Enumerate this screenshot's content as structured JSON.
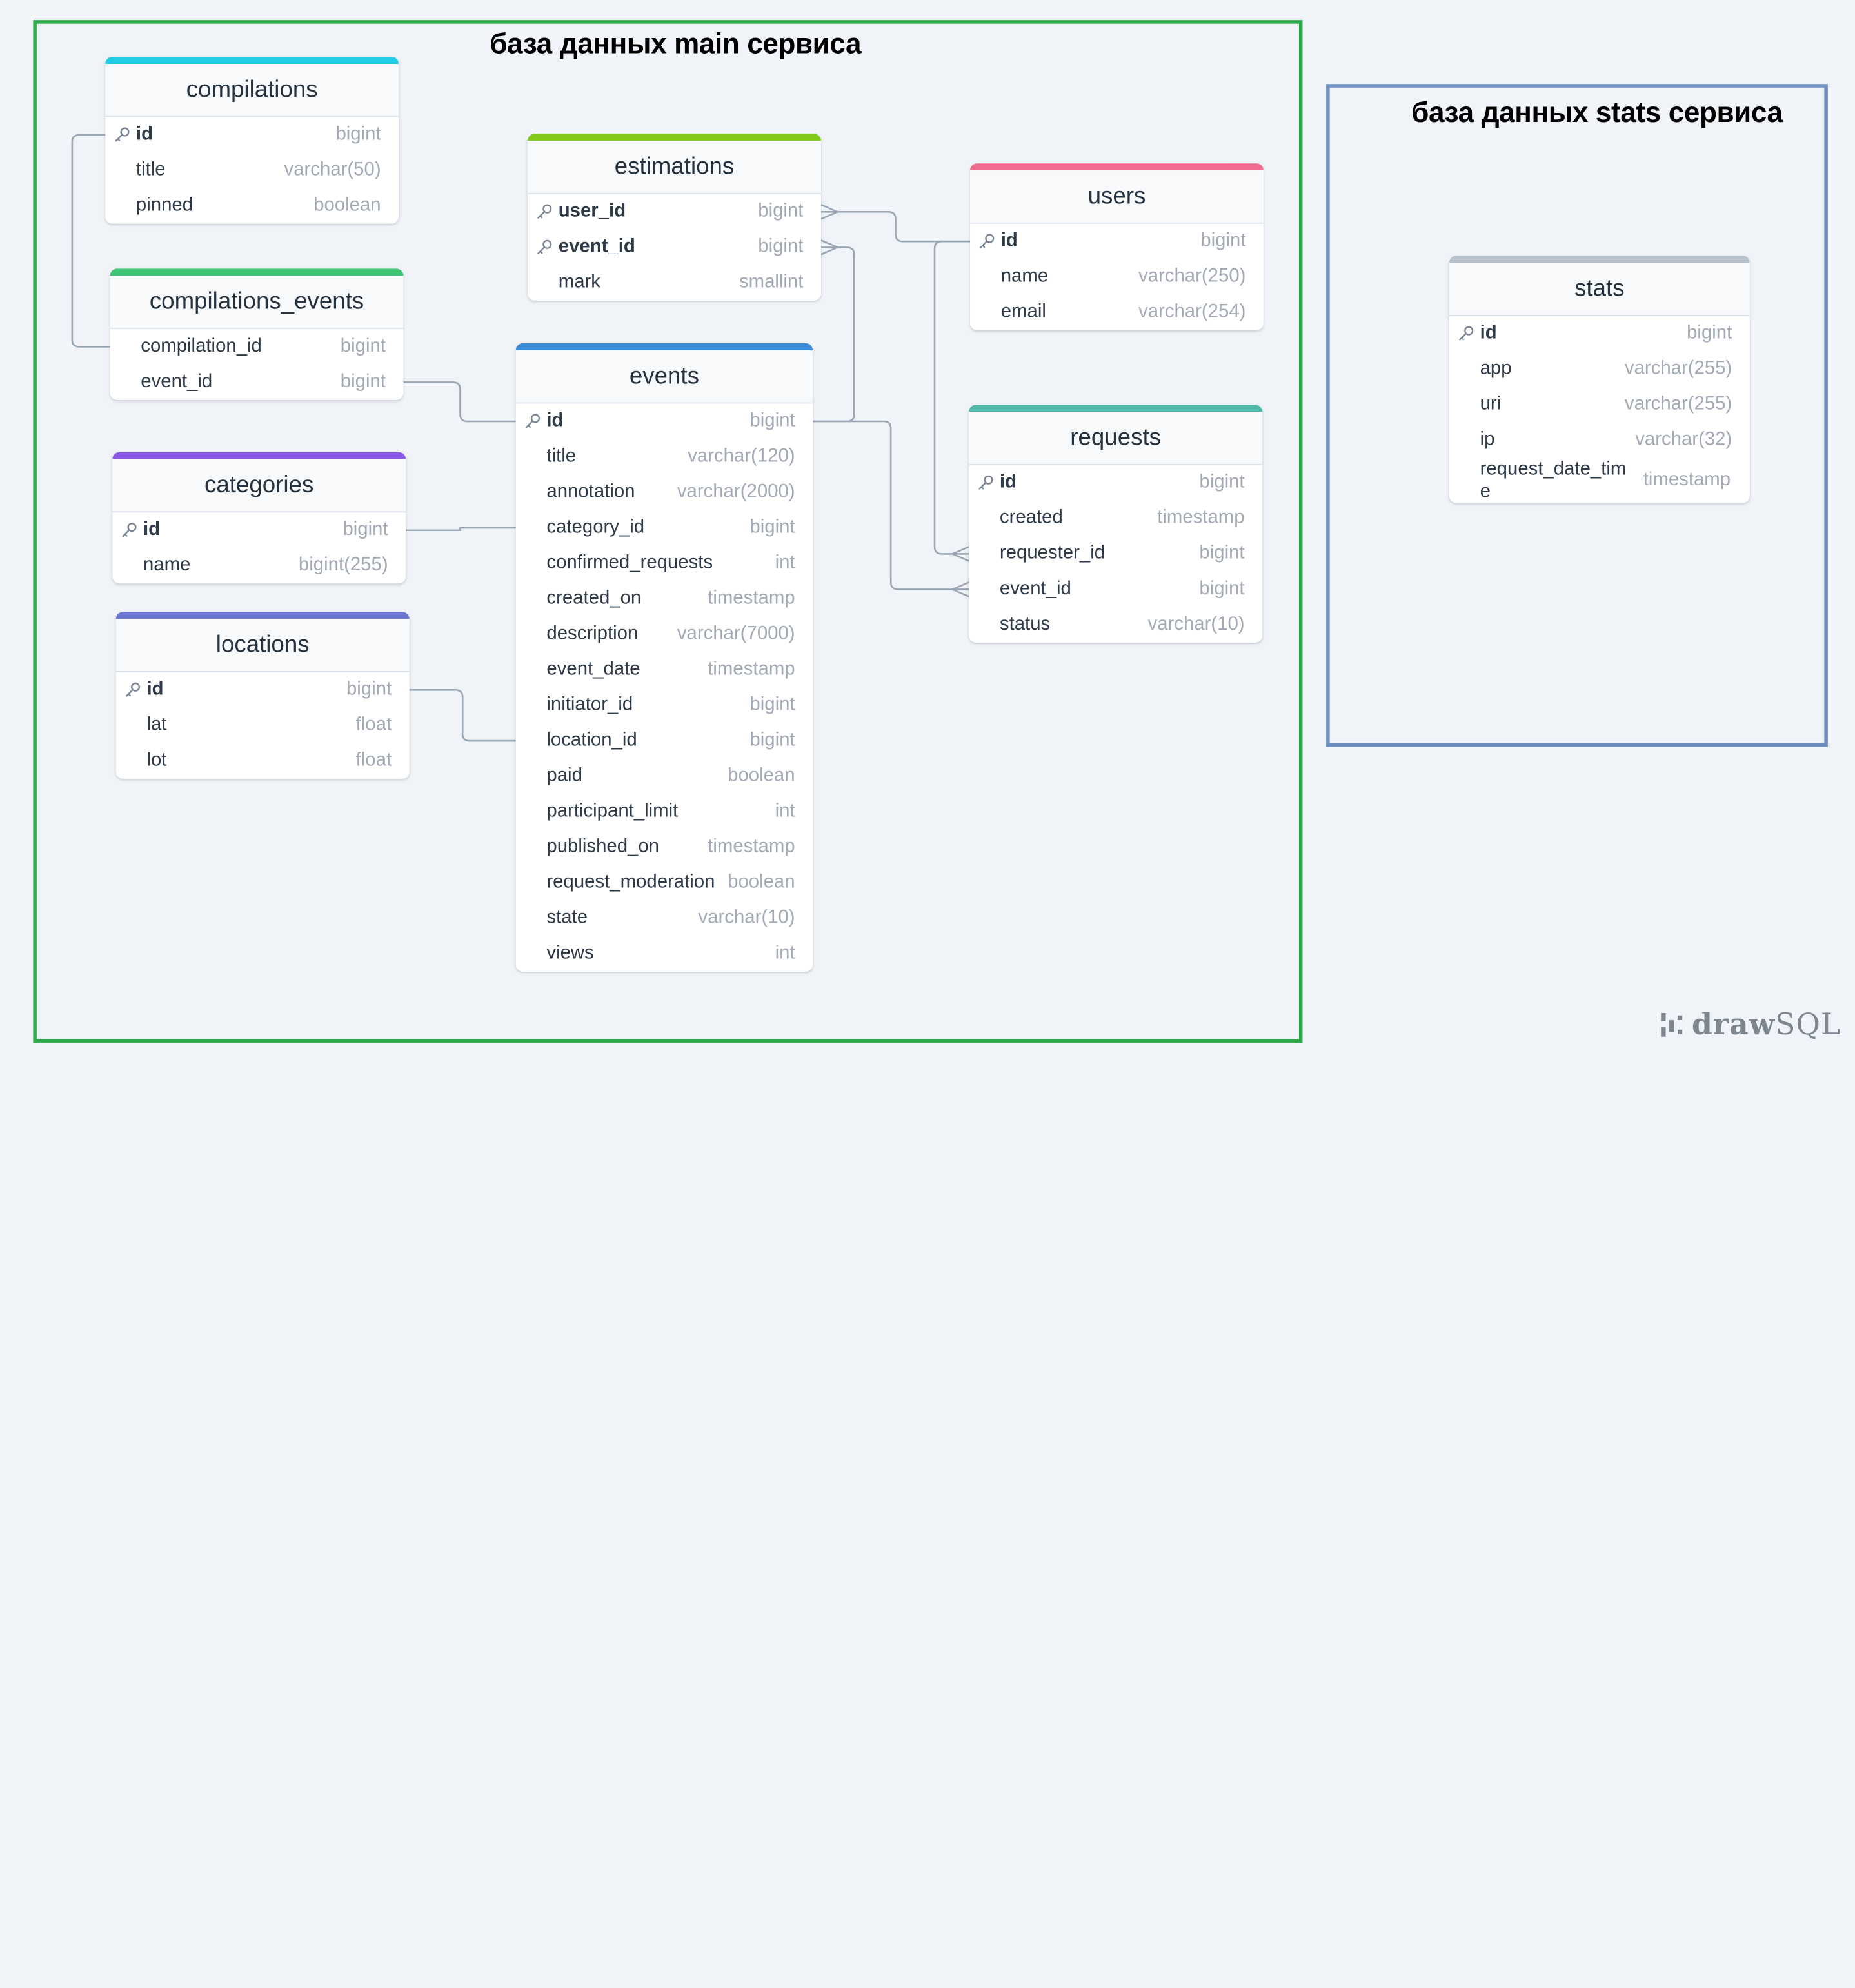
{
  "groups": [
    {
      "title": "база данных main сервиса",
      "border_color": "#2ea84a"
    },
    {
      "title": "база данных stats сервиса",
      "border_color": "#6d8fbf"
    }
  ],
  "tables": [
    {
      "name": "compilations",
      "accent": "#22cde6",
      "columns": [
        {
          "name": "id",
          "type": "bigint",
          "pk": true
        },
        {
          "name": "title",
          "type": "varchar(50)"
        },
        {
          "name": "pinned",
          "type": "boolean"
        }
      ]
    },
    {
      "name": "compilations_events",
      "accent": "#3cc373",
      "columns": [
        {
          "name": "compilation_id",
          "type": "bigint"
        },
        {
          "name": "event_id",
          "type": "bigint"
        }
      ]
    },
    {
      "name": "categories",
      "accent": "#8b5be8",
      "columns": [
        {
          "name": "id",
          "type": "bigint",
          "pk": true
        },
        {
          "name": "name",
          "type": "bigint(255)"
        }
      ]
    },
    {
      "name": "locations",
      "accent": "#6c78d2",
      "columns": [
        {
          "name": "id",
          "type": "bigint",
          "pk": true
        },
        {
          "name": "lat",
          "type": "float"
        },
        {
          "name": "lot",
          "type": "float"
        }
      ]
    },
    {
      "name": "estimations",
      "accent": "#82c91e",
      "columns": [
        {
          "name": "user_id",
          "type": "bigint",
          "pk": true
        },
        {
          "name": "event_id",
          "type": "bigint",
          "pk": true
        },
        {
          "name": "mark",
          "type": "smallint"
        }
      ]
    },
    {
      "name": "events",
      "accent": "#3a8bd8",
      "columns": [
        {
          "name": "id",
          "type": "bigint",
          "pk": true
        },
        {
          "name": "title",
          "type": "varchar(120)"
        },
        {
          "name": "annotation",
          "type": "varchar(2000)"
        },
        {
          "name": "category_id",
          "type": "bigint"
        },
        {
          "name": "confirmed_requests",
          "type": "int"
        },
        {
          "name": "created_on",
          "type": "timestamp"
        },
        {
          "name": "description",
          "type": "varchar(7000)"
        },
        {
          "name": "event_date",
          "type": "timestamp"
        },
        {
          "name": "initiator_id",
          "type": "bigint"
        },
        {
          "name": "location_id",
          "type": "bigint"
        },
        {
          "name": "paid",
          "type": "boolean"
        },
        {
          "name": "participant_limit",
          "type": "int"
        },
        {
          "name": "published_on",
          "type": "timestamp"
        },
        {
          "name": "request_moderation",
          "type": "boolean"
        },
        {
          "name": "state",
          "type": "varchar(10)"
        },
        {
          "name": "views",
          "type": "int"
        }
      ]
    },
    {
      "name": "users",
      "accent": "#f06c8e",
      "columns": [
        {
          "name": "id",
          "type": "bigint",
          "pk": true
        },
        {
          "name": "name",
          "type": "varchar(250)"
        },
        {
          "name": "email",
          "type": "varchar(254)"
        }
      ]
    },
    {
      "name": "requests",
      "accent": "#4fb8a8",
      "columns": [
        {
          "name": "id",
          "type": "bigint",
          "pk": true
        },
        {
          "name": "created",
          "type": "timestamp"
        },
        {
          "name": "requester_id",
          "type": "bigint"
        },
        {
          "name": "event_id",
          "type": "bigint"
        },
        {
          "name": "status",
          "type": "varchar(10)"
        }
      ]
    },
    {
      "name": "stats",
      "accent": "#b8c0cc",
      "columns": [
        {
          "name": "id",
          "type": "bigint",
          "pk": true
        },
        {
          "name": "app",
          "type": "varchar(255)"
        },
        {
          "name": "uri",
          "type": "varchar(255)"
        },
        {
          "name": "ip",
          "type": "varchar(32)"
        },
        {
          "name": "request_date_time",
          "type": "timestamp"
        }
      ]
    }
  ],
  "relations": [
    {
      "from": "compilations.id",
      "to": "compilations_events.compilation_id"
    },
    {
      "from": "events.id",
      "to": "compilations_events.event_id"
    },
    {
      "from": "categories.id",
      "to": "events.category_id"
    },
    {
      "from": "locations.id",
      "to": "events.location_id"
    },
    {
      "from": "users.id",
      "to": "estimations.user_id",
      "many": true
    },
    {
      "from": "events.id",
      "to": "estimations.event_id",
      "many": true
    },
    {
      "from": "users.id",
      "to": "requests.requester_id",
      "many": true
    },
    {
      "from": "events.id",
      "to": "requests.event_id",
      "many": true
    }
  ],
  "brand": {
    "logo_icon": "drawsql-logo-icon",
    "text_bold": "draw",
    "text_light": "SQL"
  }
}
